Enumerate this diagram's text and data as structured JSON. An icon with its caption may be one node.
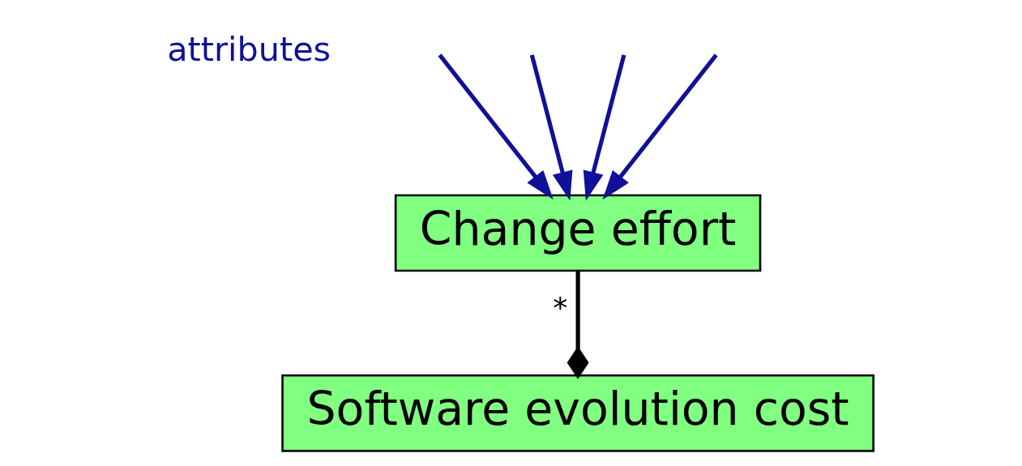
{
  "diagram": {
    "nodes": [
      {
        "text": [
          "Change effort"
        ]
      },
      {
        "text": [
          "Software evolution cost"
        ]
      }
    ],
    "edges": [
      {
        "from": null,
        "to": 0,
        "arrow": "to"
      },
      {
        "from": null,
        "to": 0,
        "arrow": "to"
      },
      {
        "from": null,
        "to": 0,
        "arrow": "to"
      },
      {
        "from": null,
        "to": 0,
        "arrow": "to"
      },
      {
        "from": 0,
        "to": 1,
        "arrow": "other",
        "label": "*",
        "color": "#000000"
      }
    ],
    "labels": [
      "attributes"
    ]
  }
}
